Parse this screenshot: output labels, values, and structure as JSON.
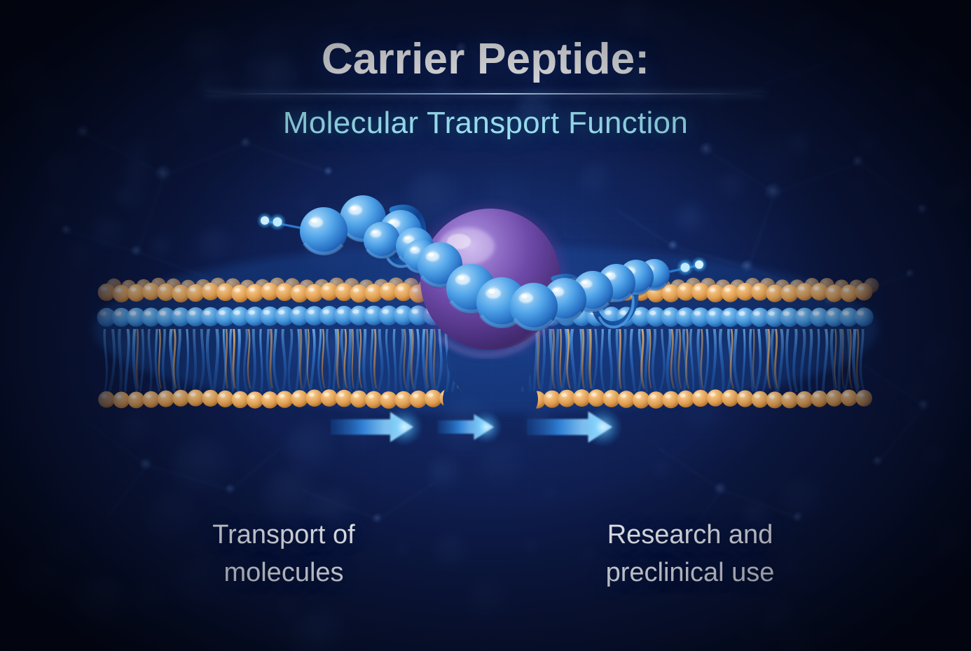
{
  "header": {
    "title": "Carrier Peptide:",
    "subtitle": "Molecular Transport Function"
  },
  "captions": {
    "left": "Transport of molecules",
    "right": "Research and preclinical use"
  },
  "illustration": {
    "subject": "carrier-peptide-crossing-lipid-bilayer",
    "peptide_chain_label": "blue amino-acid sphere chain",
    "cargo_label": "purple cargo molecule",
    "membrane_label": "phospholipid bilayer",
    "arrow_count": 3,
    "arrow_direction": "right"
  },
  "colors": {
    "background_deep": "#050a1e",
    "background_mid": "#13255e",
    "title_text": "#ffffff",
    "subtitle_text": "#9fe7f7",
    "caption_text": "#f6f9ff",
    "divider": "#aad7ff",
    "peptide_sphere": "#4fa3e8",
    "peptide_sphere_dark": "#1d5fae",
    "cargo_purple": "#6e4aa8",
    "cargo_purple_light": "#9a7ad0",
    "lipid_head_orange": "#e8a859",
    "lipid_head_blue": "#4d9ede",
    "lipid_tail": "#2f6fc4",
    "arrow_bright": "#cfefff",
    "arrow_dark": "#1a4f9e"
  }
}
